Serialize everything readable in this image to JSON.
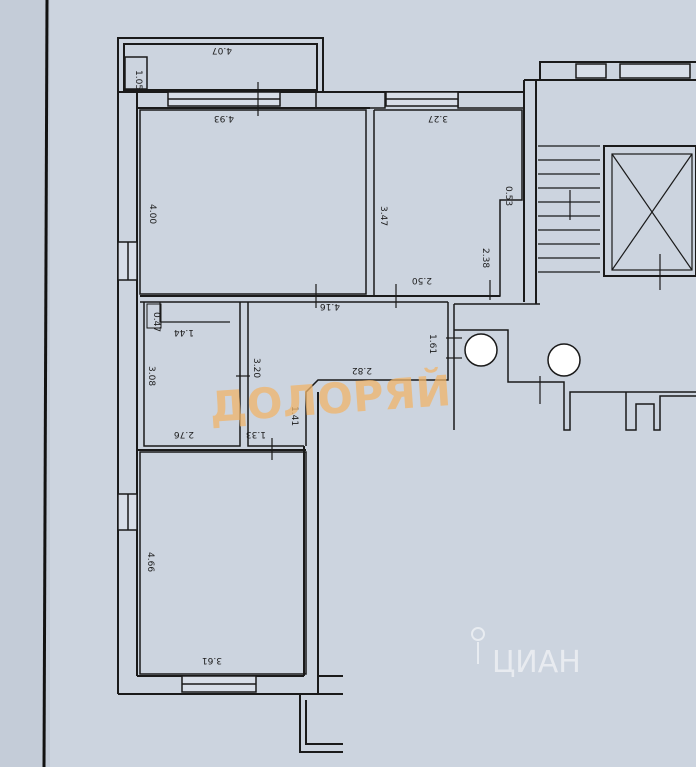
{
  "floor_plan": {
    "dimension_labels": {
      "balcony_length": "4.07",
      "balcony_width": "1.05",
      "room1_width": "4.93",
      "room1_depth": "4.00",
      "room2_width": "3.27",
      "room2_depth_left": "3.47",
      "room2_depth_right": "2.38",
      "room2_notch": "0.53",
      "room2_bottom": "2.50",
      "hall_width": "4.16",
      "bath_width": "2.76",
      "bath_depth": "3.08",
      "bath_inner": "1.44",
      "bath_small": "0.47",
      "corridor_depth": "3.20",
      "corridor_width": "2.82",
      "door_width": "1.61",
      "wc_small": "1.41",
      "wc_width": "1.33",
      "room3_depth": "4.66",
      "room3_width": "3.61"
    },
    "watermark": "ДОЛОРЯЙ",
    "brand_logo": "ЦИАН"
  }
}
